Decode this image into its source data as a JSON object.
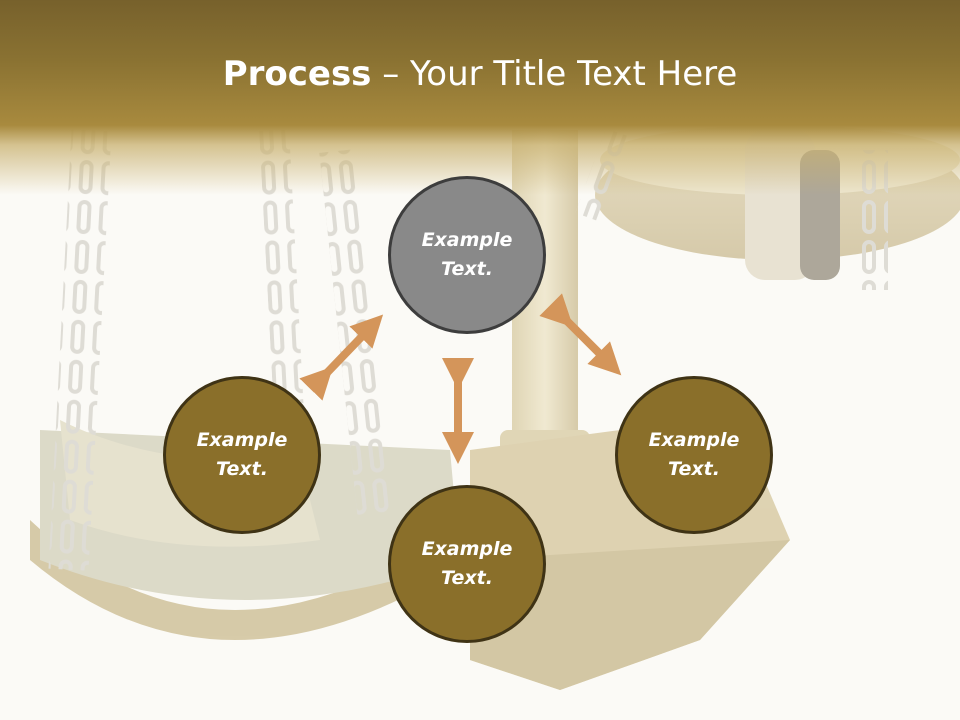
{
  "slide": {
    "title_bold": "Process",
    "title_rest": " – Your Title Text Here"
  },
  "circles": {
    "top": "Example Text.",
    "left": "Example Text.",
    "right": "Example Text.",
    "bottom": "Example Text."
  },
  "colors": {
    "header": "#8a7232",
    "circle_gold": "#8a6f2a",
    "circle_gray": "#898989",
    "arrow": "#d4955a"
  }
}
